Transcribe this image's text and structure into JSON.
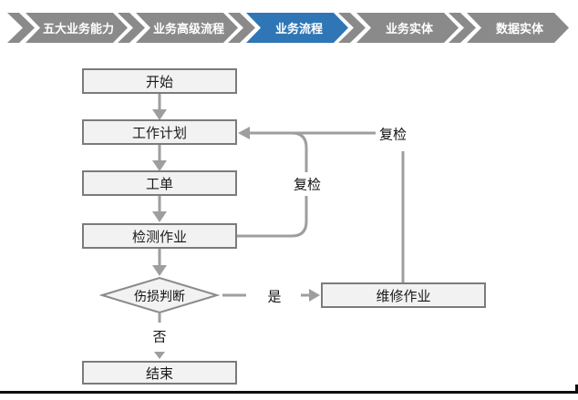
{
  "nav": {
    "items": [
      {
        "label": "五大业务能力",
        "active": false
      },
      {
        "label": "业务高级流程",
        "active": false
      },
      {
        "label": "业务流程",
        "active": true
      },
      {
        "label": "业务实体",
        "active": false
      },
      {
        "label": "数据实体",
        "active": false
      }
    ],
    "active_color": "#2e76b5",
    "inactive_color": "#8a8a8a"
  },
  "flowchart": {
    "nodes": {
      "start": "开始",
      "work_plan": "工作计划",
      "work_order": "工单",
      "inspection_job": "检测作业",
      "damage_decision": "伤损判断",
      "repair_job": "维修作业",
      "end": "结束"
    },
    "edge_labels": {
      "recheck_inner": "复检",
      "recheck_outer": "复检",
      "yes": "是",
      "no": "否"
    },
    "colors": {
      "node_fill": "#f2f2f2",
      "node_border": "#7b7b7b",
      "connector": "#9e9e9e"
    }
  }
}
